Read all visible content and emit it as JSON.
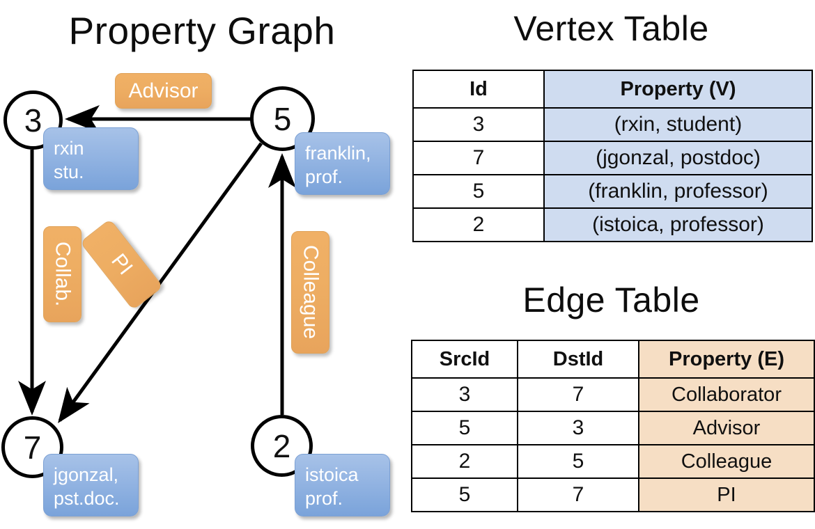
{
  "titles": {
    "property_graph": "Property Graph",
    "vertex_table": "Vertex Table",
    "edge_table": "Edge Table"
  },
  "graph": {
    "nodes": [
      {
        "id": "3",
        "property_lines": [
          "rxin",
          "stu."
        ]
      },
      {
        "id": "5",
        "property_lines": [
          "franklin,",
          "prof."
        ]
      },
      {
        "id": "7",
        "property_lines": [
          "jgonzal,",
          "pst.doc."
        ]
      },
      {
        "id": "2",
        "property_lines": [
          "istoica",
          "prof."
        ]
      }
    ],
    "edge_labels": [
      {
        "text": "Advisor",
        "orientation": "horizontal"
      },
      {
        "text": "Collab.",
        "orientation": "vertical"
      },
      {
        "text": "PI",
        "orientation": "rotated"
      },
      {
        "text": "Colleague",
        "orientation": "vertical"
      }
    ]
  },
  "vertex_table": {
    "headers": [
      "Id",
      "Property (V)"
    ],
    "rows": [
      {
        "id": "3",
        "property": "(rxin, student)"
      },
      {
        "id": "7",
        "property": "(jgonzal, postdoc)"
      },
      {
        "id": "5",
        "property": "(franklin, professor)"
      },
      {
        "id": "2",
        "property": "(istoica, professor)"
      }
    ]
  },
  "edge_table": {
    "headers": [
      "SrcId",
      "DstId",
      "Property (E)"
    ],
    "rows": [
      {
        "src": "3",
        "dst": "7",
        "property": "Collaborator"
      },
      {
        "src": "5",
        "dst": "3",
        "property": "Advisor"
      },
      {
        "src": "2",
        "dst": "5",
        "property": "Colleague"
      },
      {
        "src": "5",
        "dst": "7",
        "property": "PI"
      }
    ]
  },
  "colors": {
    "vertex_property_fill": "#93b4e2",
    "edge_label_fill": "#eeae63",
    "vertex_table_prop_fill": "#cfdcf0",
    "edge_table_prop_fill": "#f6dec4",
    "stroke": "#000000"
  }
}
